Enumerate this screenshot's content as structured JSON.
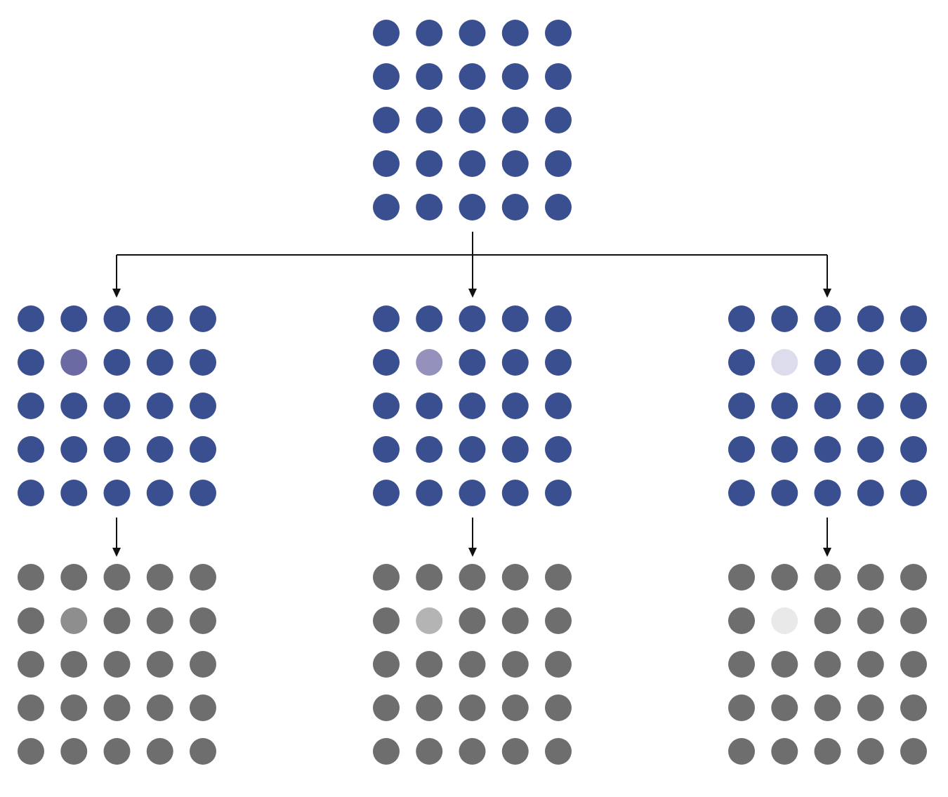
{
  "colors": {
    "dot_blue": "#3a4f8f",
    "dot_gray": "#6e6e6e",
    "connector": "#111111",
    "background": "#ffffff"
  },
  "grid": {
    "rows": 5,
    "columns": 5
  },
  "top_grid": {
    "cells": "all-uniform",
    "base": "dot_blue"
  },
  "branches": [
    {
      "color_grid": {
        "base": "dot_blue",
        "highlight_row": 2,
        "highlight_col": 2,
        "highlight_color": "#6b6aa3"
      },
      "gray_grid": {
        "base": "dot_gray",
        "highlight_row": 2,
        "highlight_col": 2,
        "highlight_color": "#8e8e8e"
      }
    },
    {
      "color_grid": {
        "base": "dot_blue",
        "highlight_row": 2,
        "highlight_col": 2,
        "highlight_color": "#9591bd"
      },
      "gray_grid": {
        "base": "dot_gray",
        "highlight_row": 2,
        "highlight_col": 2,
        "highlight_color": "#b4b4b4"
      }
    },
    {
      "color_grid": {
        "base": "dot_blue",
        "highlight_row": 2,
        "highlight_col": 2,
        "highlight_color": "#dcdcec"
      },
      "gray_grid": {
        "base": "dot_gray",
        "highlight_row": 2,
        "highlight_col": 2,
        "highlight_color": "#e9e9e9"
      }
    }
  ]
}
